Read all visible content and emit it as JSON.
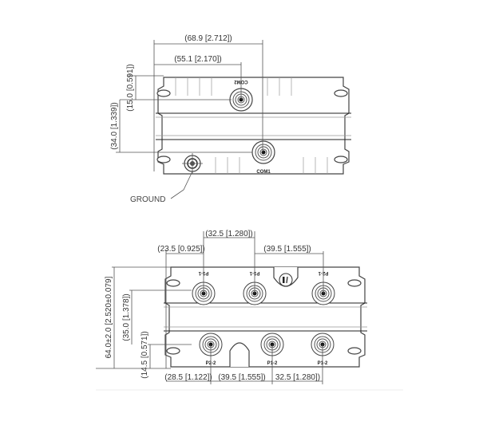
{
  "top_view": {
    "dimensions": {
      "overall_width": "(68.9 [2.712])",
      "com2_offset": "(55.1 [2.170])",
      "com2_height": "(15.0 [0.591])",
      "com1_height": "(34.0 [1.339])"
    },
    "ports": [
      {
        "label": "COM2",
        "orientation": "upside-down"
      },
      {
        "label": "COM1",
        "orientation": "upright"
      }
    ],
    "ground_label": "GROUND"
  },
  "bottom_view": {
    "dimensions": {
      "top_pitch_center": "(32.5 [1.280])",
      "top_left_offset": "(23.5 [0.925])",
      "top_right_pitch": "(39.5 [1.555])",
      "overall_height": "64.0±2.0 [2.520±0.079]",
      "top_row_height": "(35.0 [1.378])",
      "bottom_row_height": "(14.5 [0.571])",
      "bottom_left_offset": "(28.5 [1.122])",
      "bottom_mid_pitch": "(39.5 [1.555])",
      "bottom_right_pitch": "32.5 [1.280])"
    },
    "top_ports": [
      "P1-1",
      "P1-1",
      "P2-1"
    ],
    "bottom_ports": [
      "P2-2",
      "P1-2",
      "P1-2"
    ]
  }
}
